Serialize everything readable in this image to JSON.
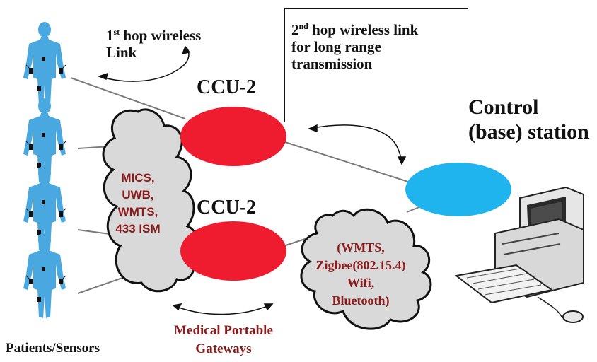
{
  "labels": {
    "hop1_line1": "1",
    "hop1_sup": "st",
    "hop1_line1_rest": " hop wireless",
    "hop1_line2": "Link",
    "hop2_line1": "2",
    "hop2_sup": "nd",
    "hop2_line1_rest": " hop wireless link",
    "hop2_line2": "for long range",
    "hop2_line3": "transmission",
    "ccu_top": "CCU-2",
    "ccu_bottom": "CCU-2",
    "control_line1": "Control",
    "control_line2": "(base) station",
    "cloud_left": [
      "MICS,",
      "UWB,",
      "WMTS,",
      "433 ISM"
    ],
    "cloud_right": [
      "(WMTS,",
      "Zigbee(802.15.4)",
      "Wifi,",
      "Bluetooth)"
    ],
    "gateways_line1": "Medical Portable",
    "gateways_line2": "Gateways",
    "patients": "Patients/Sensors"
  },
  "colors": {
    "ccu_fill": "#ee1c2e",
    "base_fill": "#20b4ee",
    "body_fill": "#4aa8e0",
    "cloud_fill": "#d9d9d9",
    "cloud_text": "#8b1a1a",
    "sensor": "#111111"
  },
  "icons": [
    "human-figure-icon",
    "desktop-computer-icon",
    "cloud-icon",
    "sensor-node-icon"
  ]
}
